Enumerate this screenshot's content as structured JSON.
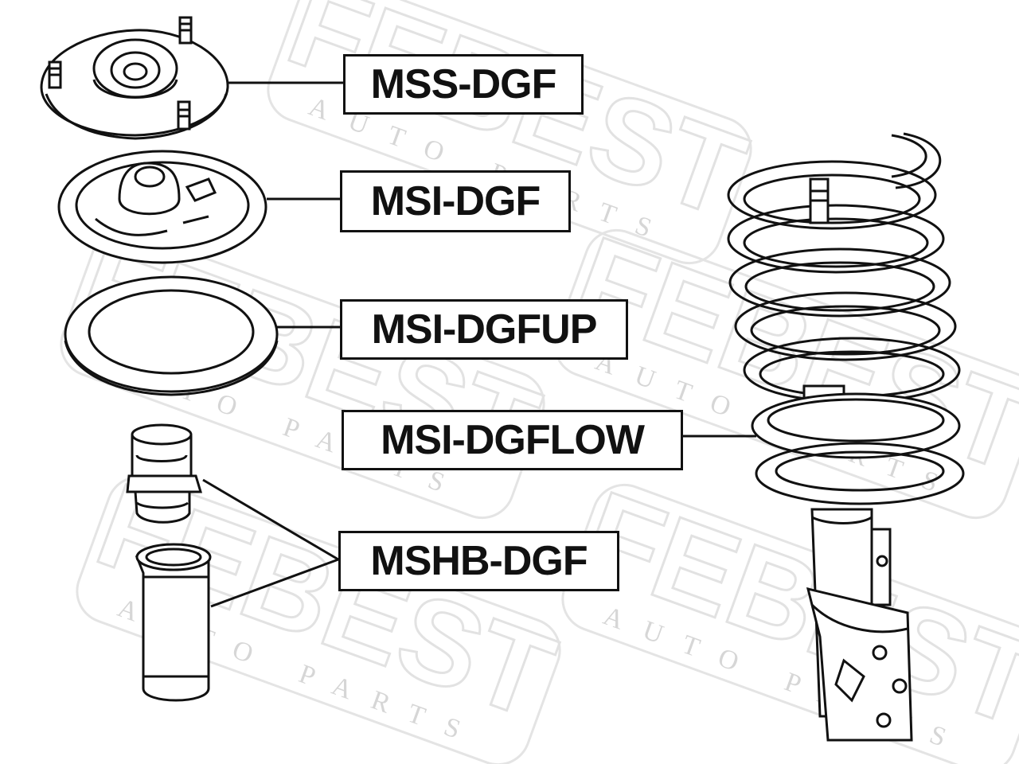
{
  "labels": {
    "mss": "MSS-DGF",
    "msi": "MSI-DGF",
    "msi_up": "MSI-DGFUP",
    "msi_low": "MSI-DGFLOW",
    "mshb": "MSHB-DGF"
  },
  "watermark": {
    "brand": "FEBEST",
    "tagline": "AUTO PARTS"
  },
  "colors": {
    "line": "#111111",
    "watermark": "#e6e6e6",
    "background": "#ffffff"
  },
  "icons": [
    "strut-mount-icon",
    "spring-insulator-icon",
    "upper-spring-pad-icon",
    "bump-stop-icon",
    "dust-boot-icon",
    "strut-assembly-icon"
  ]
}
